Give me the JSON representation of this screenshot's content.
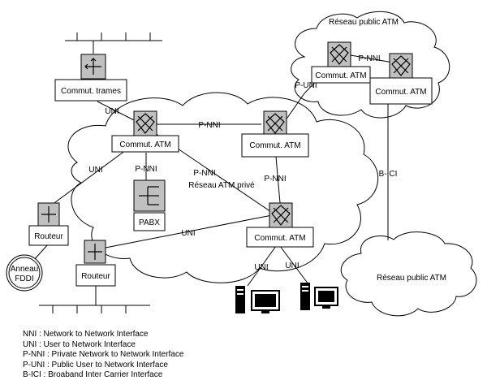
{
  "clouds": {
    "private": "Réseau ATM privé",
    "public_top": "Réseau public ATM",
    "public_bottom": "Réseau public ATM"
  },
  "nodes": {
    "commut_trames": "Commut. trames",
    "commut_atm_left": "Commut. ATM",
    "commut_atm_center": "Commut. ATM",
    "commut_atm_bottom": "Commut. ATM",
    "commut_atm_public_left": "Commut. ATM",
    "commut_atm_public_right": "Commut. ATM",
    "pabx": "PABX",
    "routeur_top": "Routeur",
    "routeur_bottom": "Routeur",
    "fddi_line1": "Anneau",
    "fddi_line2": "FDDI"
  },
  "links": {
    "uni_trames": "UNI",
    "pnni_left_center": "P-NNI",
    "puni_public": "P-UNI",
    "pnni_public": "P-NNI",
    "uni_routeur_top": "UNI",
    "pnni_pabx": "P-NNI",
    "pnni_diag": "P-NNI",
    "pnni_center_bottom": "P-NNI",
    "bici": "B-ICI",
    "uni_routeur_bottom": "UNI",
    "uni_pc_left": "UNI",
    "uni_pc_right": "UNI"
  },
  "legend": [
    "NNI : Network to Network Interface",
    "UNI : User to Network Interface",
    "P-NNI : Private Network to Network Interface",
    "P-UNI : Public User to Network Interface",
    "B-ICI : Broaband Inter Carrier Interface"
  ]
}
